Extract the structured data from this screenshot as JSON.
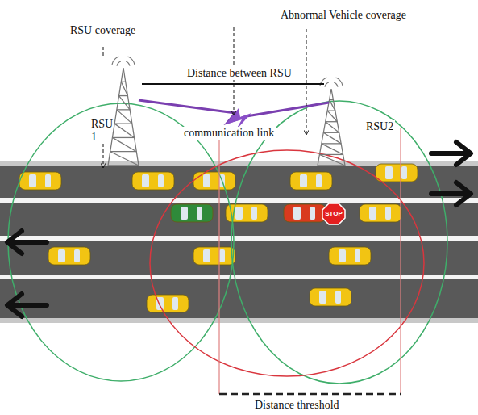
{
  "diagram": {
    "labels": [
      "RSU coverage",
      "Abnormal Vehicle coverage",
      "Distance between RSU",
      "RSU 1",
      "communication link",
      "RSU2",
      "STOP",
      "Distance threshold"
    ]
  }
}
